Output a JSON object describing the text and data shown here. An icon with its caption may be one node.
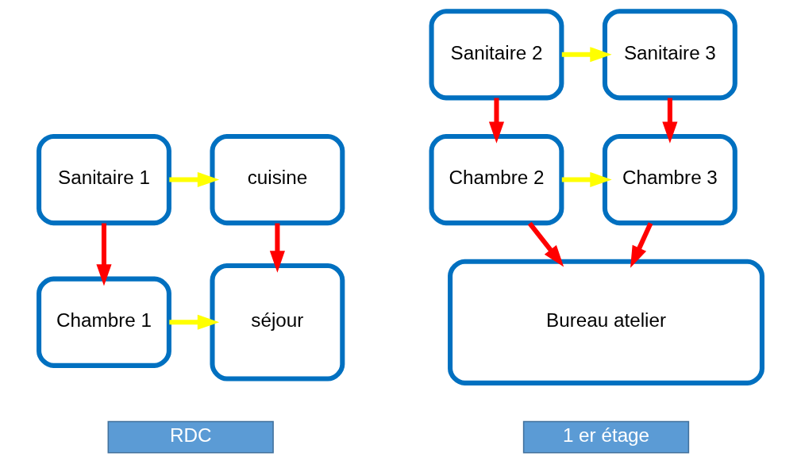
{
  "diagram": {
    "nodes": [
      {
        "text": [
          "Sanitaire 1"
        ]
      },
      {
        "text": [
          "cuisine"
        ]
      },
      {
        "text": [
          "Chambre 1"
        ]
      },
      {
        "text": [
          "séjour"
        ]
      },
      {
        "text": [
          "Sanitaire 2"
        ]
      },
      {
        "text": [
          "Sanitaire 3"
        ]
      },
      {
        "text": [
          "Chambre 2"
        ]
      },
      {
        "text": [
          "Chambre 3"
        ]
      },
      {
        "text": [
          "Bureau atelier"
        ]
      },
      {
        "text": [
          "RDC"
        ]
      },
      {
        "text": [
          "1 er étage"
        ]
      }
    ],
    "edges": [
      {
        "from": 0,
        "to": 1,
        "arrow": "to",
        "color": "#ffff00"
      },
      {
        "from": 0,
        "to": 2,
        "arrow": "to"
      },
      {
        "from": 1,
        "to": 3,
        "arrow": "to"
      },
      {
        "from": 2,
        "to": 3,
        "arrow": "to",
        "color": "#ffff00"
      },
      {
        "from": 4,
        "to": 5,
        "arrow": "to",
        "color": "#ffff00"
      },
      {
        "from": 4,
        "to": 6,
        "arrow": "to"
      },
      {
        "from": 5,
        "to": 7,
        "arrow": "to"
      },
      {
        "from": 6,
        "to": 7,
        "arrow": "to",
        "color": "#ffff00"
      },
      {
        "from": 6,
        "to": 8,
        "arrow": "to"
      },
      {
        "from": 7,
        "to": 8,
        "arrow": "to"
      }
    ]
  }
}
